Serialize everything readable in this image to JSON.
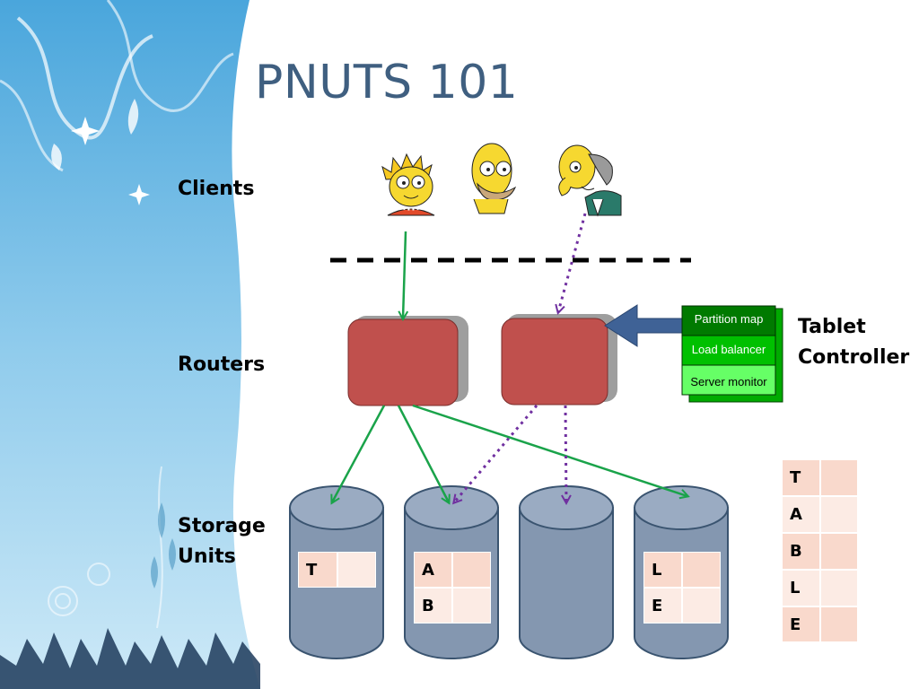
{
  "title": "PNUTS 101",
  "labels": {
    "clients": "Clients",
    "routers": "Routers",
    "storage_line1": "Storage",
    "storage_line2": "Units",
    "tablet_line1": "Tablet",
    "tablet_line2": "Controller"
  },
  "tablet_controller": {
    "partition_map": "Partition map",
    "load_balancer": "Load balancer",
    "server_monitor": "Server monitor"
  },
  "storage_units": [
    {
      "rows": [
        "T"
      ]
    },
    {
      "rows": [
        "A",
        "B"
      ]
    },
    {
      "rows": []
    },
    {
      "rows": [
        "L",
        "E"
      ]
    }
  ],
  "table": {
    "rows": [
      "T",
      "A",
      "B",
      "L",
      "E"
    ]
  },
  "colors": {
    "title": "#3f5f80",
    "router": "#c0504d",
    "storage": "#8497b0",
    "green_arrow": "#1aa34a",
    "purple_arrow": "#7030a0",
    "cell_key": "#f9d9cc",
    "cell_val": "#fcebe4"
  }
}
